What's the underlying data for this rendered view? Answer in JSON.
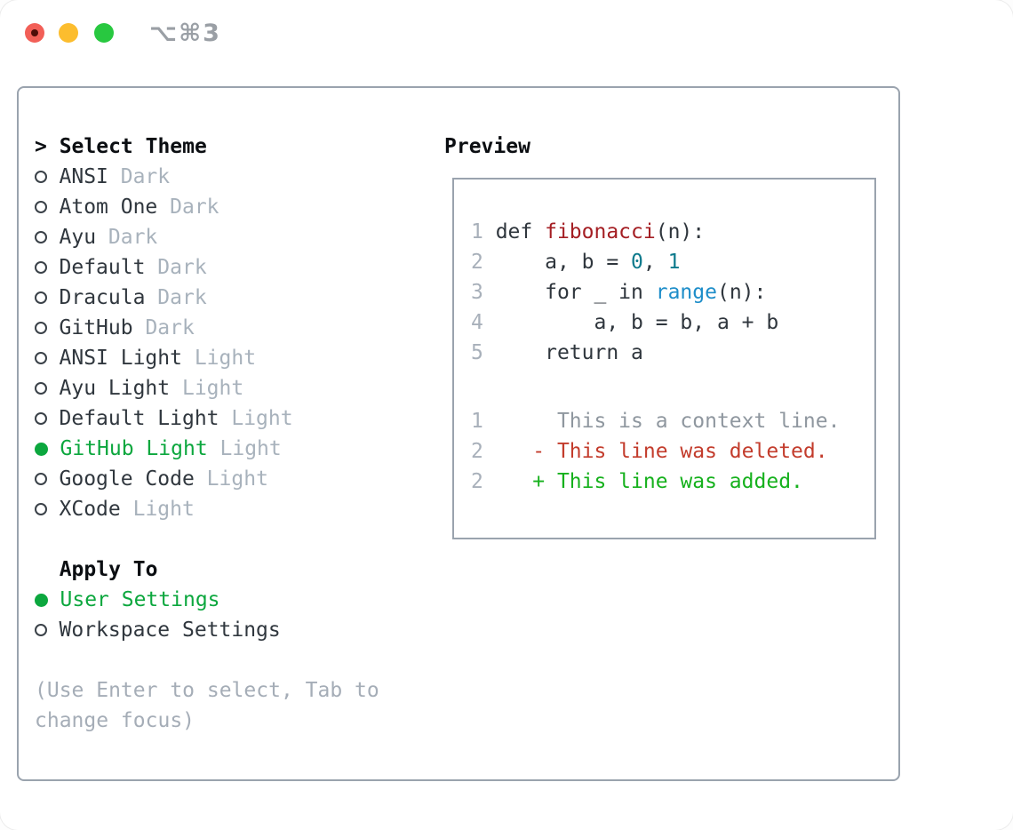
{
  "window": {
    "title": "⌥⌘3",
    "controls": [
      {
        "name": "close",
        "color": "#f25f57",
        "has_dot": true
      },
      {
        "name": "minimize",
        "color": "#fcbd2e",
        "has_dot": false
      },
      {
        "name": "zoom",
        "color": "#28c840",
        "has_dot": false
      }
    ]
  },
  "theme_picker": {
    "prompt": ">",
    "title": "Select Theme",
    "themes": [
      {
        "name": "ANSI",
        "variant": "Dark",
        "selected": false
      },
      {
        "name": "Atom One",
        "variant": "Dark",
        "selected": false
      },
      {
        "name": "Ayu",
        "variant": "Dark",
        "selected": false
      },
      {
        "name": "Default",
        "variant": "Dark",
        "selected": false
      },
      {
        "name": "Dracula",
        "variant": "Dark",
        "selected": false
      },
      {
        "name": "GitHub",
        "variant": "Dark",
        "selected": false
      },
      {
        "name": "ANSI Light",
        "variant": "Light",
        "selected": false
      },
      {
        "name": "Ayu Light",
        "variant": "Light",
        "selected": false
      },
      {
        "name": "Default Light",
        "variant": "Light",
        "selected": false
      },
      {
        "name": "GitHub Light",
        "variant": "Light",
        "selected": true
      },
      {
        "name": "Google Code",
        "variant": "Light",
        "selected": false
      },
      {
        "name": "XCode",
        "variant": "Light",
        "selected": false
      }
    ]
  },
  "apply_to": {
    "title": "Apply To",
    "options": [
      {
        "label": "User Settings",
        "selected": true
      },
      {
        "label": "Workspace Settings",
        "selected": false
      }
    ]
  },
  "hint": {
    "text": "(Use Enter to select, Tab to change focus)"
  },
  "preview": {
    "title": "Preview",
    "code_lines": [
      [
        {
          "t": "1 ",
          "c": "lnum"
        },
        {
          "t": "def ",
          "c": "plain"
        },
        {
          "t": "fibonacci",
          "c": "func"
        },
        {
          "t": "(n):",
          "c": "plain"
        }
      ],
      [
        {
          "t": "2 ",
          "c": "lnum"
        },
        {
          "t": "    a, b = ",
          "c": "plain"
        },
        {
          "t": "0",
          "c": "num"
        },
        {
          "t": ", ",
          "c": "plain"
        },
        {
          "t": "1",
          "c": "num"
        }
      ],
      [
        {
          "t": "3 ",
          "c": "lnum"
        },
        {
          "t": "    for _ in ",
          "c": "plain"
        },
        {
          "t": "range",
          "c": "builtin"
        },
        {
          "t": "(n):",
          "c": "plain"
        }
      ],
      [
        {
          "t": "4 ",
          "c": "lnum"
        },
        {
          "t": "        a, b = b, a + b",
          "c": "plain"
        }
      ],
      [
        {
          "t": "5 ",
          "c": "lnum"
        },
        {
          "t": "    return a",
          "c": "plain"
        }
      ]
    ],
    "diff_lines": [
      [
        {
          "t": "1",
          "c": "lnum"
        },
        {
          "t": "      This is a context line.",
          "c": "ctx"
        }
      ],
      [
        {
          "t": "2",
          "c": "lnum"
        },
        {
          "t": "    - This line was deleted.",
          "c": "del"
        }
      ],
      [
        {
          "t": "2",
          "c": "lnum"
        },
        {
          "t": "    + This line was added.",
          "c": "add"
        }
      ]
    ]
  },
  "colors": {
    "selected_green": "#0ca73e",
    "added_green": "#16b11d",
    "deleted_red": "#c33c2c",
    "function_red": "#a41e23",
    "number_teal": "#0d7a8c",
    "builtin_blue": "#1d8dc9",
    "muted_gray": "#a8b2bc",
    "line_number_gray": "#a8b0ba",
    "context_gray": "#8f979f",
    "text_dark": "#30373e",
    "heading_black": "#0b0e12",
    "panel_border": "#9aa3ae",
    "traffic_red": "#f25f57",
    "traffic_yellow": "#fcbd2e",
    "traffic_green": "#28c840"
  }
}
